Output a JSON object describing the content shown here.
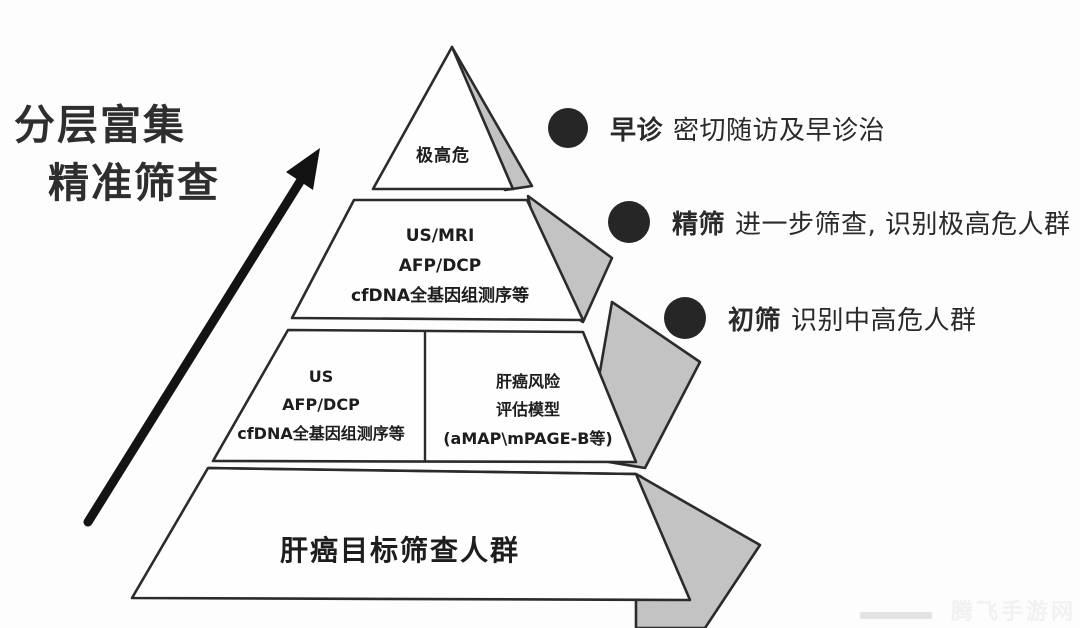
{
  "headline": {
    "line1": "分层富集",
    "line2": "精准筛查"
  },
  "pyramid": {
    "apex": {
      "label": "极高危"
    },
    "tier2": {
      "line1": "US/MRI",
      "line2": "AFP/DCP",
      "line3": "cfDNA全基因组测序等"
    },
    "tier3_left": {
      "line1": "US",
      "line2": "AFP/DCP",
      "line3": "cfDNA全基因组测序等"
    },
    "tier3_right": {
      "line1": "肝癌风险",
      "line2": "评估模型",
      "line3": "(aMAP\\mPAGE-B等)"
    },
    "base": {
      "label": "肝癌目标筛查人群"
    }
  },
  "legend": {
    "items": [
      {
        "keyword": "早诊",
        "description": "密切随访及早诊治"
      },
      {
        "keyword": "精筛",
        "description": "进一步筛查, 识别极高危人群"
      },
      {
        "keyword": "初筛",
        "description": "识别中高危人群"
      }
    ]
  },
  "watermark": {
    "text": "腾飞手游网"
  },
  "colors": {
    "outline": "#2b2b2b",
    "side_face": "#c3c3c3",
    "front_face": "#fefefe",
    "text": "#1d1d1d",
    "dot": "#262626",
    "arrow": "#131313"
  }
}
